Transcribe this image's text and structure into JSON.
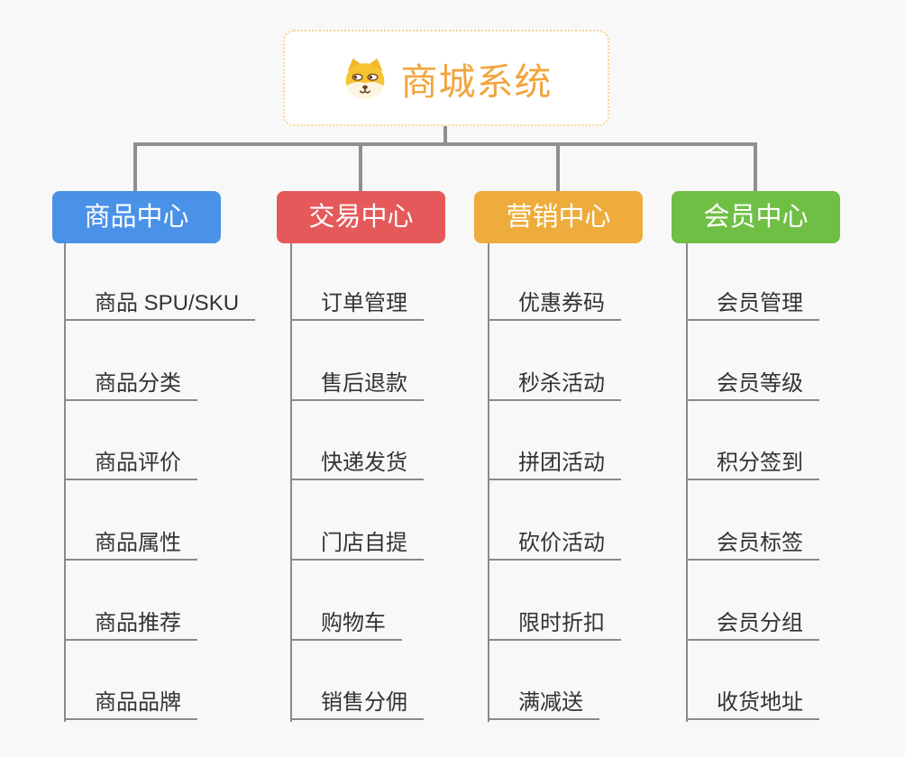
{
  "root": {
    "title": "商城系统",
    "icon": "shiba-dog-icon",
    "title_color": "#f2a53c",
    "border_color": "#f6d492"
  },
  "connector_color": "#8f8f8f",
  "background_color": "#f8f8f8",
  "branches": [
    {
      "label": "商品中心",
      "color": "#4a91e8",
      "children": [
        "商品 SPU/SKU",
        "商品分类",
        "商品评价",
        "商品属性",
        "商品推荐",
        "商品品牌"
      ]
    },
    {
      "label": "交易中心",
      "color": "#e5595a",
      "children": [
        "订单管理",
        "售后退款",
        "快递发货",
        "门店自提",
        "购物车",
        "销售分佣"
      ]
    },
    {
      "label": "营销中心",
      "color": "#edac3c",
      "children": [
        "优惠券码",
        "秒杀活动",
        "拼团活动",
        "砍价活动",
        "限时折扣",
        "满减送"
      ]
    },
    {
      "label": "会员中心",
      "color": "#70bf45",
      "children": [
        "会员管理",
        "会员等级",
        "积分签到",
        "会员标签",
        "会员分组",
        "收货地址"
      ]
    }
  ]
}
